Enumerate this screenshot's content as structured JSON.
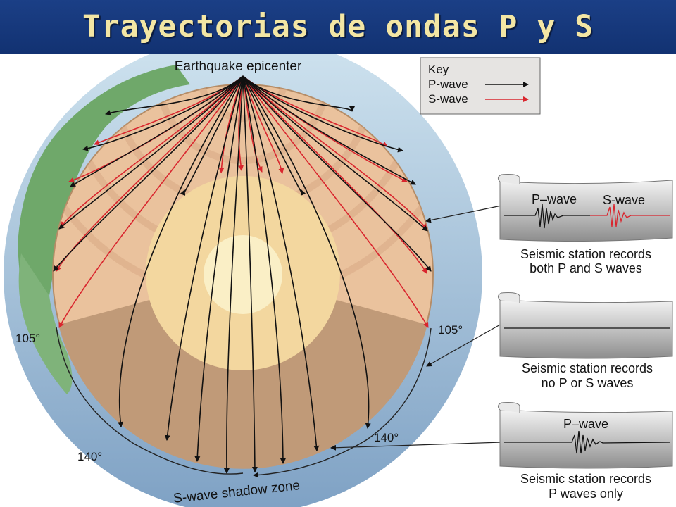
{
  "title": "Trayectorias de ondas P y S",
  "epicenter_label": "Earthquake epicenter",
  "key": {
    "heading": "Key",
    "p_wave": "P-wave",
    "s_wave": "S-wave"
  },
  "angles": {
    "left_105": "105°",
    "right_105": "105°",
    "left_140": "140°",
    "right_140": "140°"
  },
  "shadow_zone_label": "S-wave shadow zone",
  "stations": [
    {
      "wave_labels": [
        "P–wave",
        "S-wave"
      ],
      "caption_line1": "Seismic station records",
      "caption_line2": "both P and S waves"
    },
    {
      "wave_labels": [],
      "caption_line1": "Seismic station records",
      "caption_line2": "no P or S waves"
    },
    {
      "wave_labels": [
        "P–wave"
      ],
      "caption_line1": "Seismic station records",
      "caption_line2": "P waves only"
    }
  ],
  "colors": {
    "p_wave": "#111111",
    "s_wave": "#d9262e",
    "title_bar": "#1b3f86",
    "title_text": "#f3e6a4"
  }
}
